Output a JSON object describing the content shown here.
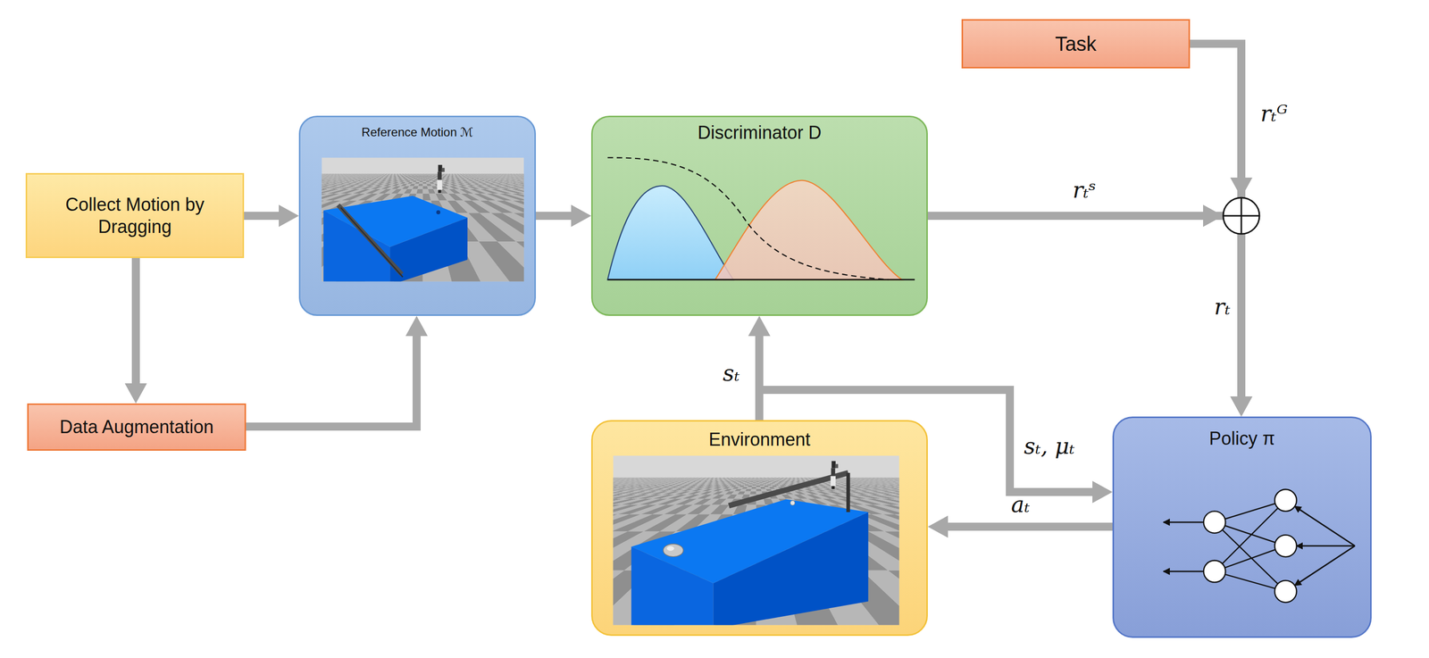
{
  "diagram": {
    "nodes": [
      {
        "text": [
          "Task"
        ]
      },
      {
        "text": [
          "Collect Motion by Dragging"
        ]
      },
      {
        "text": [
          "Reference Motion ℳ"
        ]
      },
      {
        "text": [
          "Discriminator D"
        ]
      },
      {
        "text": [
          "Data Augmentation"
        ]
      },
      {
        "text": [
          "Environment"
        ]
      },
      {
        "text": [
          "Policy π"
        ]
      }
    ],
    "edges": [
      {
        "from": 1,
        "to": 2,
        "arrow": "to"
      },
      {
        "from": 1,
        "to": 4,
        "arrow": "to"
      },
      {
        "from": 4,
        "to": 2,
        "arrow": "to"
      },
      {
        "from": 2,
        "to": 3,
        "arrow": "to"
      },
      {
        "from": 5,
        "to": 3,
        "label": "sₜ",
        "arrow": "to"
      },
      {
        "from": 5,
        "to": 6,
        "label": "sₜ, μₜ",
        "arrow": "to"
      },
      {
        "from": 6,
        "to": 5,
        "label": "aₜ",
        "arrow": "to"
      },
      {
        "from": 3,
        "to": 6,
        "label": "rₜˢ",
        "arrow": "to"
      },
      {
        "from": 0,
        "to": 6,
        "label": "rₜᴳ",
        "arrow": "to"
      }
    ],
    "labels": [
      "rₜ"
    ]
  }
}
